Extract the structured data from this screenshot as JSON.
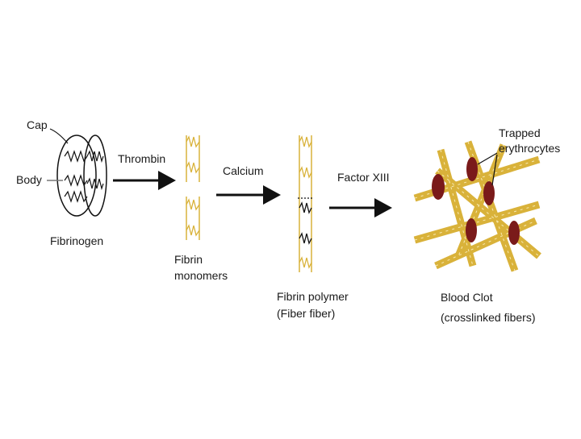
{
  "labels": {
    "cap": "Cap",
    "body": "Body",
    "fibrinogen": "Fibrinogen",
    "thrombin": "Thrombin",
    "fibrin_monomers_1": "Fibrin",
    "fibrin_monomers_2": "monomers",
    "calcium": "Calcium",
    "factor_xiii": "Factor XIII",
    "fibrin_polymer_1": "Fibrin polymer",
    "fibrin_polymer_2": "(Fiber fiber)",
    "trapped_1": "Trapped",
    "trapped_2": "erythrocytes",
    "blood_clot_1": "Blood Clot",
    "blood_clot_2": "(crosslinked fibers)"
  },
  "colors": {
    "fiber": "#d9b23a",
    "erythrocyte": "#7a1a1a",
    "ink": "#111111"
  }
}
